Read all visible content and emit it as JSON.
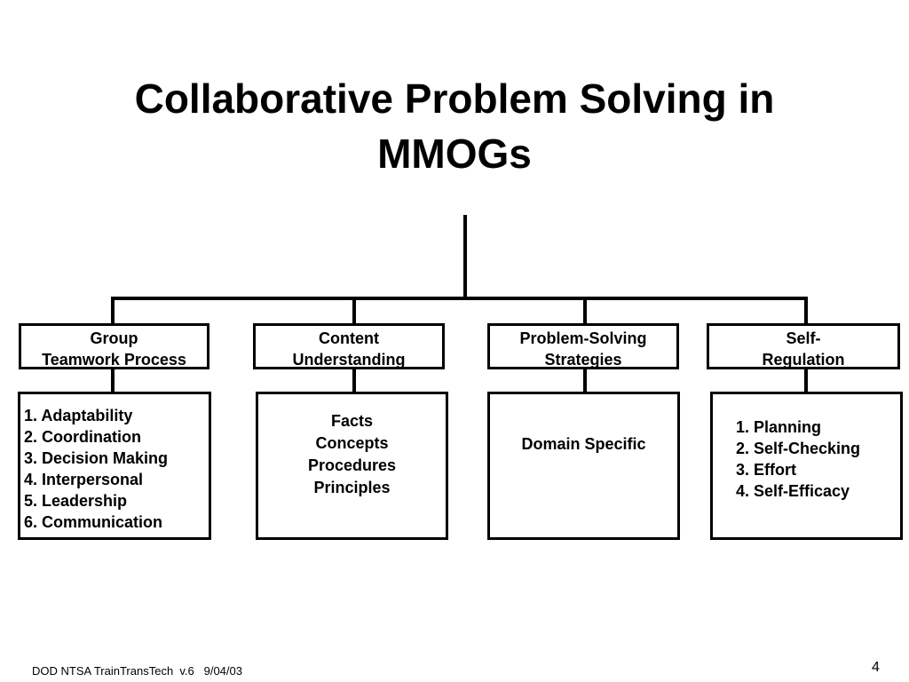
{
  "title": [
    "Collaborative Problem Solving in",
    "MMOGs"
  ],
  "categories": [
    {
      "header": [
        "Group",
        "Teamwork Process"
      ],
      "items": [
        "1. Adaptability",
        "2. Coordination",
        "3. Decision Making",
        "4. Interpersonal",
        "5. Leadership",
        "6. Communication"
      ]
    },
    {
      "header": [
        "Content",
        "Understanding"
      ],
      "items": [
        "Facts",
        "Concepts",
        "Procedures",
        "Principles"
      ]
    },
    {
      "header": [
        "Problem-Solving",
        "Strategies"
      ],
      "items": [
        "Domain Specific"
      ]
    },
    {
      "header": [
        "Self-",
        "Regulation"
      ],
      "items": [
        "1. Planning",
        "2. Self-Checking",
        "3. Effort",
        "4. Self-Efficacy"
      ]
    }
  ],
  "footer": {
    "left": "DOD NTSA TrainTransTech  v.6   9/04/03",
    "page_number": "4"
  }
}
